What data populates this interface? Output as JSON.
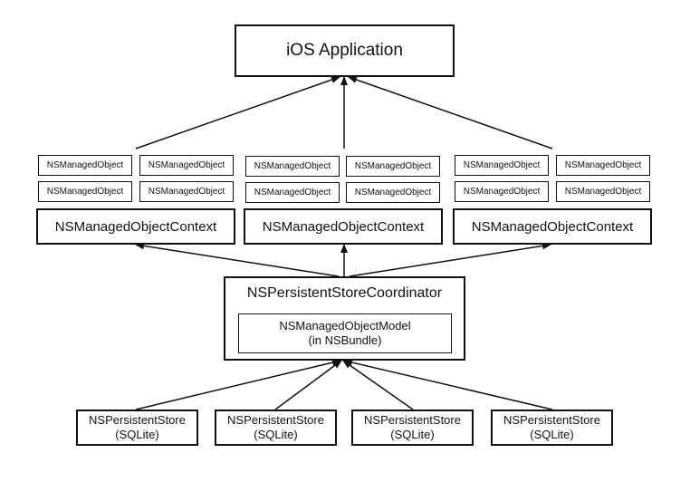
{
  "app": {
    "label": "iOS Application"
  },
  "contexts": [
    {
      "label": "NSManagedObjectContext",
      "objects": [
        "NSManagedObject",
        "NSManagedObject",
        "NSManagedObject",
        "NSManagedObject"
      ]
    },
    {
      "label": "NSManagedObjectContext",
      "objects": [
        "NSManagedObject",
        "NSManagedObject",
        "NSManagedObject",
        "NSManagedObject"
      ]
    },
    {
      "label": "NSManagedObjectContext",
      "objects": [
        "NSManagedObject",
        "NSManagedObject",
        "NSManagedObject",
        "NSManagedObject"
      ]
    }
  ],
  "coordinator": {
    "label": "NSPersistentStoreCoordinator",
    "model_line1": "NSManagedObjectModel",
    "model_line2": "(in NSBundle)"
  },
  "stores": [
    {
      "line1": "NSPersistentStore",
      "line2": "(SQLite)"
    },
    {
      "line1": "NSPersistentStore",
      "line2": "(SQLite)"
    },
    {
      "line1": "NSPersistentStore",
      "line2": "(SQLite)"
    },
    {
      "line1": "NSPersistentStore",
      "line2": "(SQLite)"
    }
  ]
}
